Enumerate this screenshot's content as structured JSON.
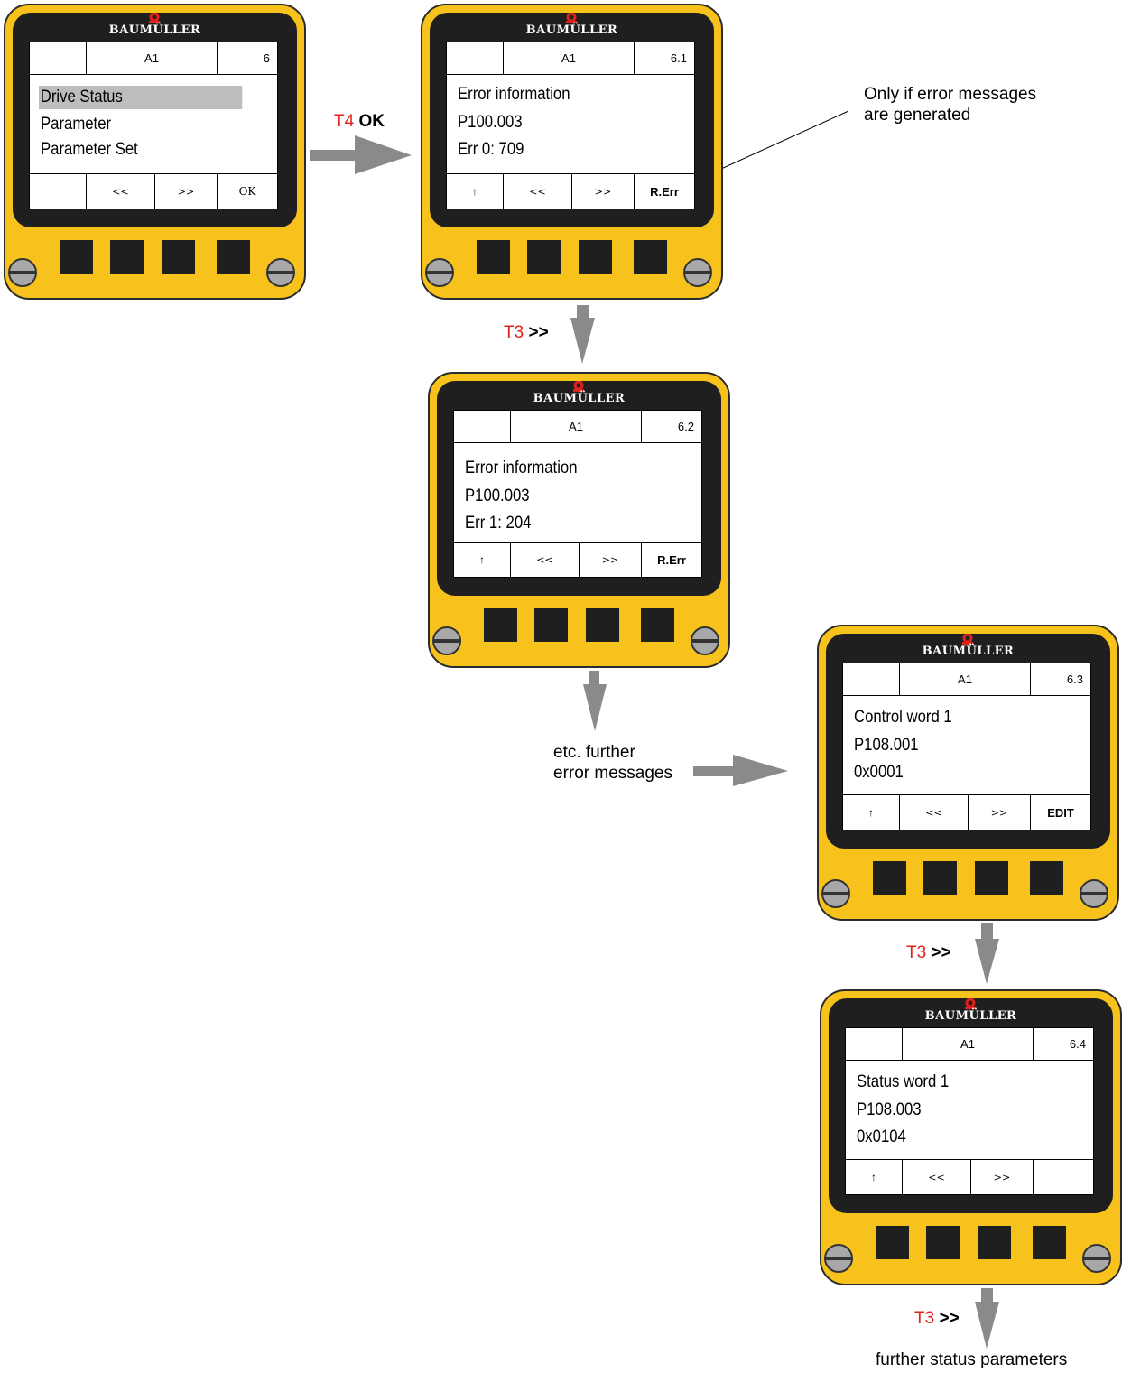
{
  "brand": "BAUMÜLLER",
  "panels": [
    {
      "header": {
        "left": "",
        "center": "A1",
        "right": "6"
      },
      "lines": [
        "Drive Status",
        "Parameter",
        "Parameter Set"
      ],
      "softkeys": [
        "",
        "<<",
        ">>",
        "OK"
      ]
    },
    {
      "header": {
        "left": "",
        "center": "A1",
        "right": "6.1"
      },
      "lines": [
        "Error information",
        "P100.003",
        "Err 0: 709"
      ],
      "softkeys": [
        "↑",
        "<<",
        ">>",
        "R.Err"
      ]
    },
    {
      "header": {
        "left": "",
        "center": "A1",
        "right": "6.2"
      },
      "lines": [
        "Error information",
        "P100.003",
        "Err 1: 204"
      ],
      "softkeys": [
        "↑",
        "<<",
        ">>",
        "R.Err"
      ]
    },
    {
      "header": {
        "left": "",
        "center": "A1",
        "right": "6.3"
      },
      "lines": [
        "Control word 1",
        "P108.001",
        "0x0001"
      ],
      "softkeys": [
        "↑",
        "<<",
        ">>",
        "EDIT"
      ]
    },
    {
      "header": {
        "left": "",
        "center": "A1",
        "right": "6.4"
      },
      "lines": [
        "Status word 1",
        "P108.003",
        "0x0104"
      ],
      "softkeys": [
        "↑",
        "<<",
        ">>",
        ""
      ]
    }
  ],
  "transitions": [
    {
      "key": "T4",
      "action": "OK"
    },
    {
      "key": "T3",
      "action": ">>"
    },
    {
      "key": "T3",
      "action": ">>"
    },
    {
      "key": "T3",
      "action": ">>"
    }
  ],
  "notes": {
    "error_only": [
      "Only if error messages",
      "are generated"
    ],
    "further_errors": [
      "etc. further",
      "error messages"
    ],
    "further_status": "further status parameters"
  },
  "colors": {
    "panel_yellow": "#f7c21b",
    "bezel": "#1f1f1f",
    "highlight": "#bdbdbd",
    "key_red": "#e0201b",
    "arrow_gray": "#8a8a8a"
  }
}
